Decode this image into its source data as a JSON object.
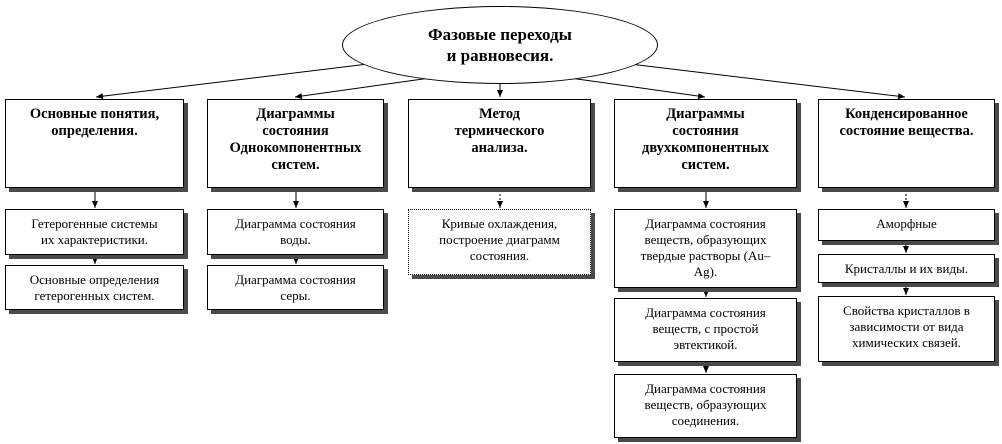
{
  "root": {
    "label": "Фазовые переходы\nи равновесия."
  },
  "columns": [
    {
      "header": "Основные понятия,\nопределения.",
      "items": [
        "Гетерогенные системы\nих характеристики.",
        "Основные определения\nгетерогенных систем."
      ]
    },
    {
      "header": "Диаграммы\nсостояния\nОднокомпонентных\nсистем.",
      "items": [
        "Диаграмма состояния\nводы.",
        "Диаграмма состояния\nсеры."
      ]
    },
    {
      "header": "Метод\nтермического\nанализа.",
      "items": [
        "Кривые охлаждения,\nпостроение диаграмм\nсостояния."
      ]
    },
    {
      "header": "Диаграммы\nсостояния\nдвухкомпонентных\nсистем.",
      "items": [
        "Диаграмма состояния\nвеществ, образующих\nтвердые растворы (Au–\nAg).",
        "Диаграмма состояния\nвеществ, с простой\nэвтектикой.",
        "Диаграмма состояния\nвеществ, образующих\nсоединения."
      ]
    },
    {
      "header": "Конденсированное\nсостояние вещества.",
      "items": [
        "Аморфные",
        "Кристаллы и их виды.",
        "Свойства кристаллов в\nзависимости от вида\nхимических связей."
      ]
    }
  ]
}
